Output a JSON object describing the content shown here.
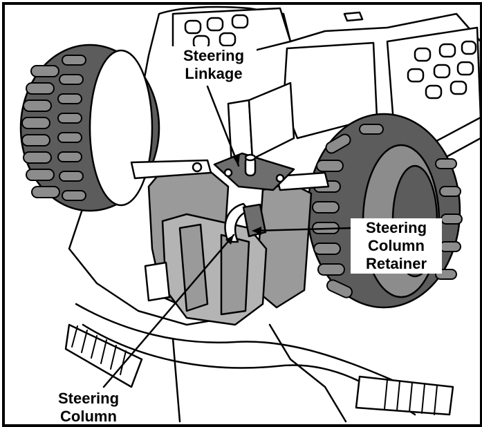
{
  "labels": {
    "steering_linkage": [
      "Steering",
      "Linkage"
    ],
    "steering_column_retainer": [
      "Steering",
      "Column",
      "Retainer"
    ],
    "steering_column": [
      "Steering",
      "Column"
    ]
  },
  "colors": {
    "tire": "#5c5c5c",
    "tire_tread": "#8c8c8c",
    "body": "#ffffff",
    "mechanism": "#9a9a9a",
    "linkage": "#6e6e6e",
    "outline": "#000000",
    "background": "#ffffff"
  },
  "icons": {
    "left_wheel": "wheel-icon",
    "right_wheel": "wheel-icon",
    "handlebar": "handlebar-icon"
  }
}
